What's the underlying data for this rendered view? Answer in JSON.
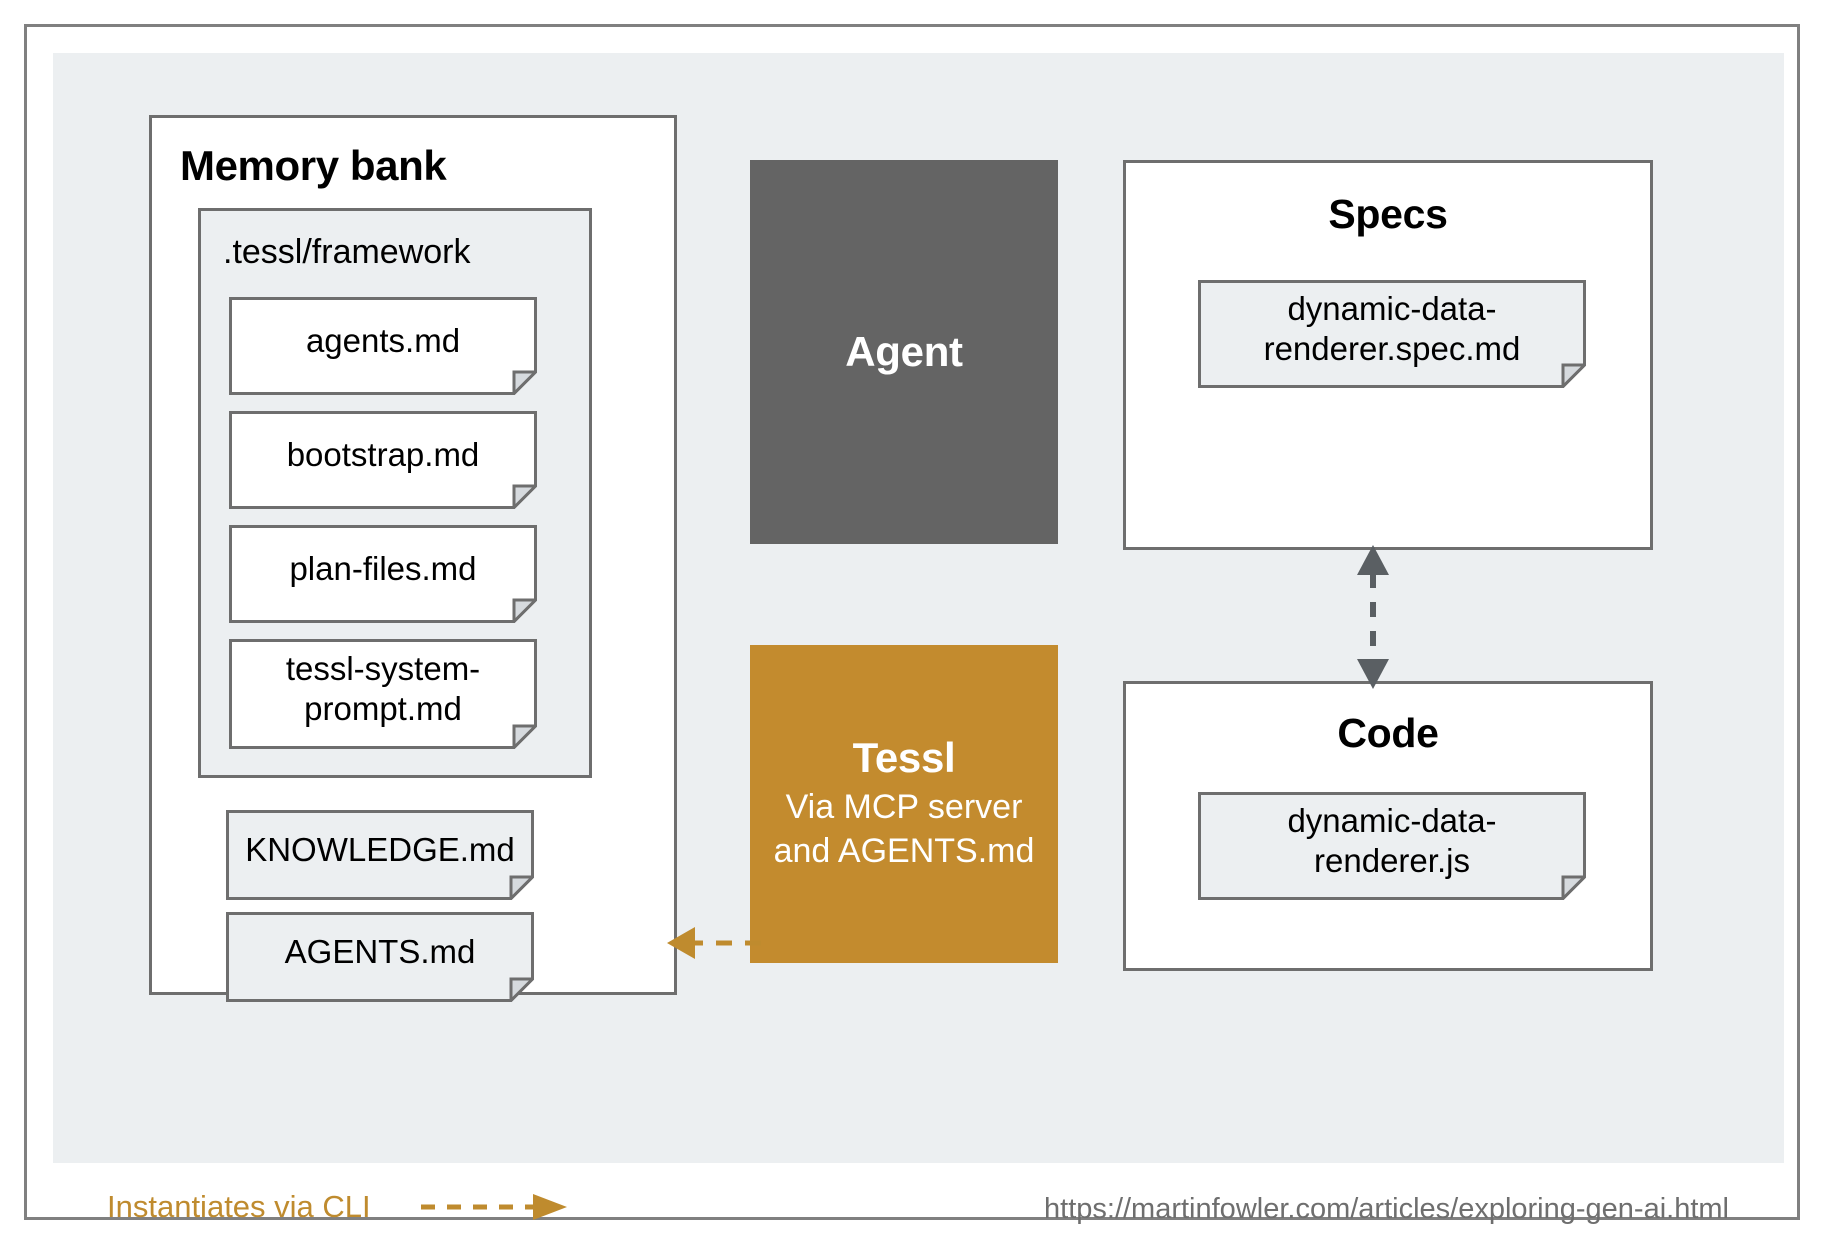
{
  "colors": {
    "canvas": "#eceff1",
    "frame_border": "#808080",
    "box_border": "#6e6e6e",
    "agent_fill": "#646464",
    "tessl_fill": "#c38b2e",
    "accent_amber": "#bf8b2e",
    "note_grey_fill": "#eceff1",
    "note_white_fill": "#ffffff",
    "arrow_grey": "#5a5f63"
  },
  "memory_bank": {
    "title": "Memory bank",
    "framework": {
      "label": ".tessl/framework",
      "notes": [
        {
          "label": "agents.md"
        },
        {
          "label": "bootstrap.md"
        },
        {
          "label": "plan-files.md"
        },
        {
          "label": "tessl-system-prompt.md"
        }
      ]
    },
    "root_notes": [
      {
        "label": "KNOWLEDGE.md"
      },
      {
        "label": "AGENTS.md"
      }
    ]
  },
  "agent": {
    "label": "Agent"
  },
  "tessl": {
    "title": "Tessl",
    "subtitle_line1": "Via MCP server",
    "subtitle_line2": "and AGENTS.md"
  },
  "specs": {
    "title": "Specs",
    "notes": [
      {
        "label": "dynamic-data-renderer.spec.md"
      }
    ]
  },
  "code": {
    "title": "Code",
    "notes": [
      {
        "label": "dynamic-data-renderer.js"
      }
    ]
  },
  "arrows": {
    "tessl_to_memory": {
      "style": "dashed",
      "direction": "left",
      "color": "#bf8b2e"
    },
    "specs_to_code": {
      "style": "dashed",
      "direction": "both",
      "color": "#5a5f63"
    }
  },
  "legend": {
    "label": "Instantiates via CLI"
  },
  "footer": {
    "source_url": "https://martinfowler.com/articles/exploring-gen-ai.html"
  }
}
